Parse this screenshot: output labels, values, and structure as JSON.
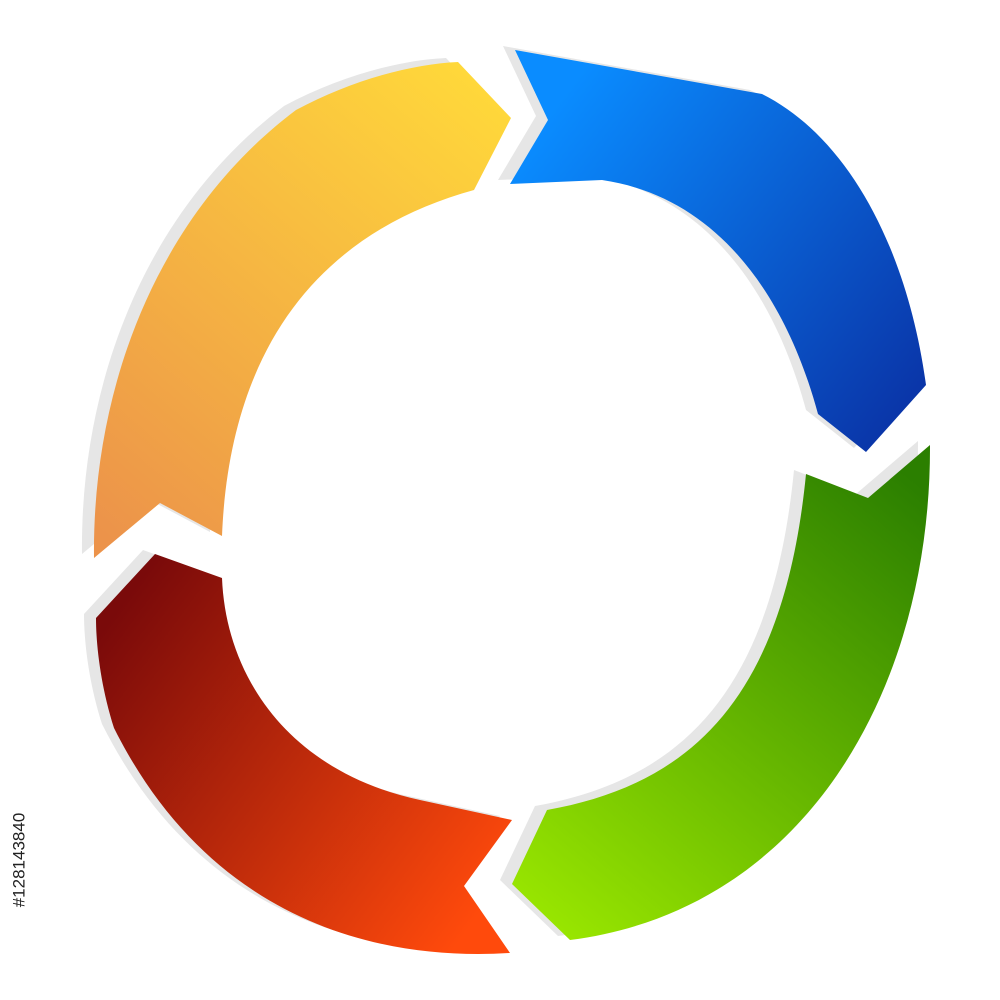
{
  "diagram": {
    "type": "cycle-arrows",
    "arrow_count": 4,
    "shadow_color": "#e6e6e6",
    "arrows": [
      {
        "name": "blue",
        "direction": "clockwise",
        "color_start": "#0a8cff",
        "color_end": "#0a35a8"
      },
      {
        "name": "green",
        "direction": "clockwise",
        "color_start": "#2b7f00",
        "color_end": "#99e600"
      },
      {
        "name": "red",
        "direction": "clockwise",
        "color_start": "#ff4a0c",
        "color_end": "#7a0a0a"
      },
      {
        "name": "orange",
        "direction": "clockwise",
        "color_start": "#ec934a",
        "color_end": "#ffd83a"
      }
    ]
  },
  "stock_id": "#128143840"
}
